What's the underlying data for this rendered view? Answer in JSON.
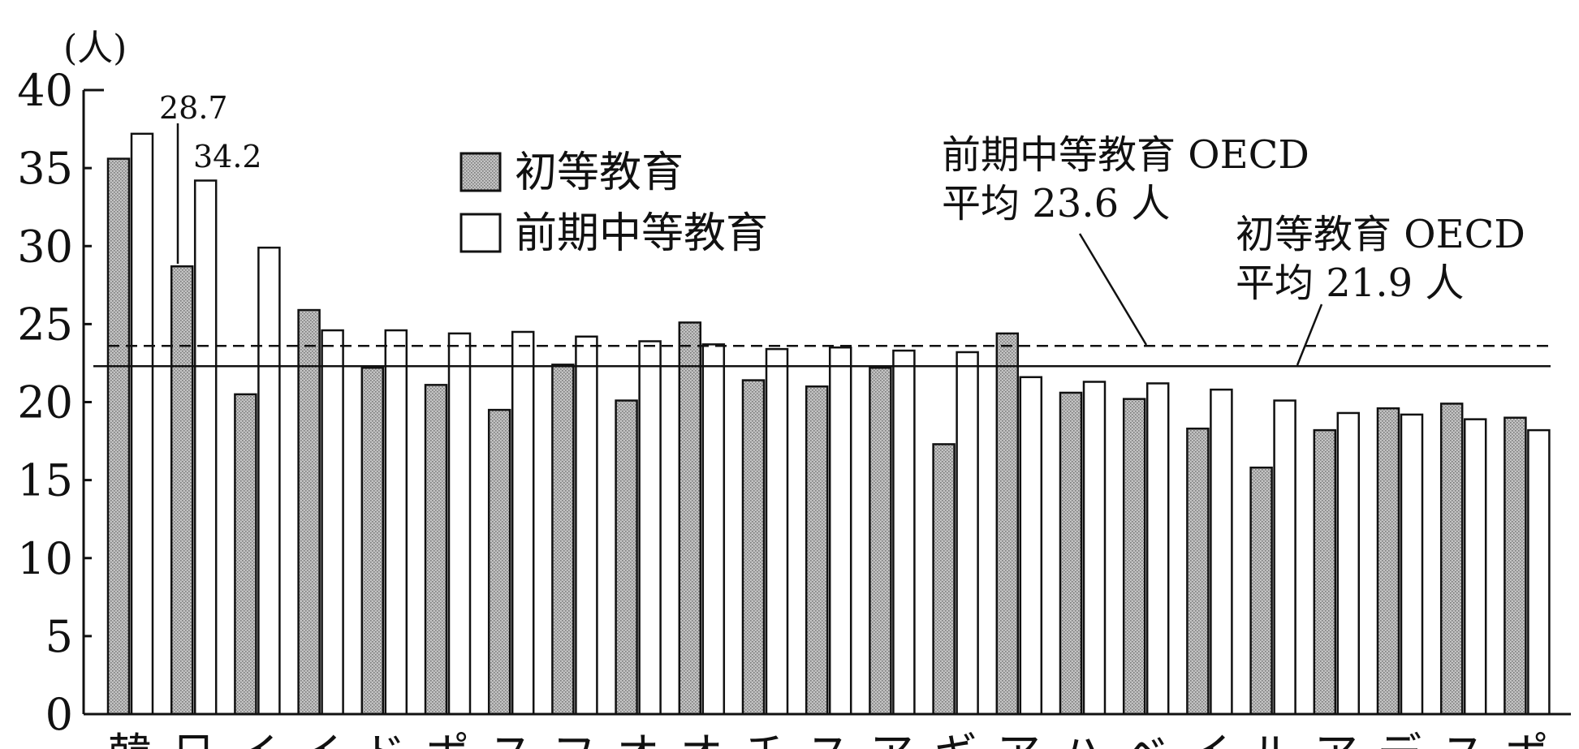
{
  "chart_data": {
    "type": "bar",
    "unit_label": "(人)",
    "ylim": [
      0,
      40
    ],
    "yticks": [
      "0",
      "5",
      "10",
      "15",
      "20",
      "25",
      "30",
      "35",
      "40"
    ],
    "grid": false,
    "legend_position": "top-center",
    "categories": [
      "韓",
      "日",
      "イ",
      "イ",
      "ド",
      "ポ",
      "ス",
      "フ",
      "オ",
      "オ",
      "チ",
      "ス",
      "ア",
      "ギ",
      "ア",
      "ハ",
      "ベ",
      "イ",
      "ル",
      "ア",
      "デ",
      "ス",
      "ポ"
    ],
    "series": [
      {
        "name": "初等教育",
        "color": "#b0b0b0",
        "values": [
          35.6,
          28.7,
          20.5,
          25.9,
          22.2,
          21.1,
          19.5,
          22.4,
          20.1,
          25.1,
          21.4,
          21.0,
          22.2,
          17.3,
          24.4,
          20.6,
          20.2,
          18.3,
          15.8,
          18.2,
          19.6,
          19.9,
          19.0
        ]
      },
      {
        "name": "前期中等教育",
        "color": "#ffffff",
        "values": [
          37.2,
          34.2,
          29.9,
          24.6,
          24.6,
          24.4,
          24.5,
          24.2,
          23.9,
          23.7,
          23.4,
          23.5,
          23.3,
          23.2,
          21.6,
          21.3,
          21.2,
          20.8,
          20.1,
          19.3,
          19.2,
          18.9,
          18.2
        ]
      }
    ],
    "data_labels": [
      "28.7",
      "34.2"
    ],
    "reference_lines": [
      {
        "series": "前期中等教育",
        "style": "dashed",
        "value": 23.6,
        "label_lines": [
          "前期中等教育 OECD",
          "平均 23.6 人"
        ]
      },
      {
        "series": "初等教育",
        "style": "solid",
        "value": 21.9,
        "label_lines": [
          "初等教育 OECD",
          "平均 21.9 人"
        ]
      }
    ]
  }
}
